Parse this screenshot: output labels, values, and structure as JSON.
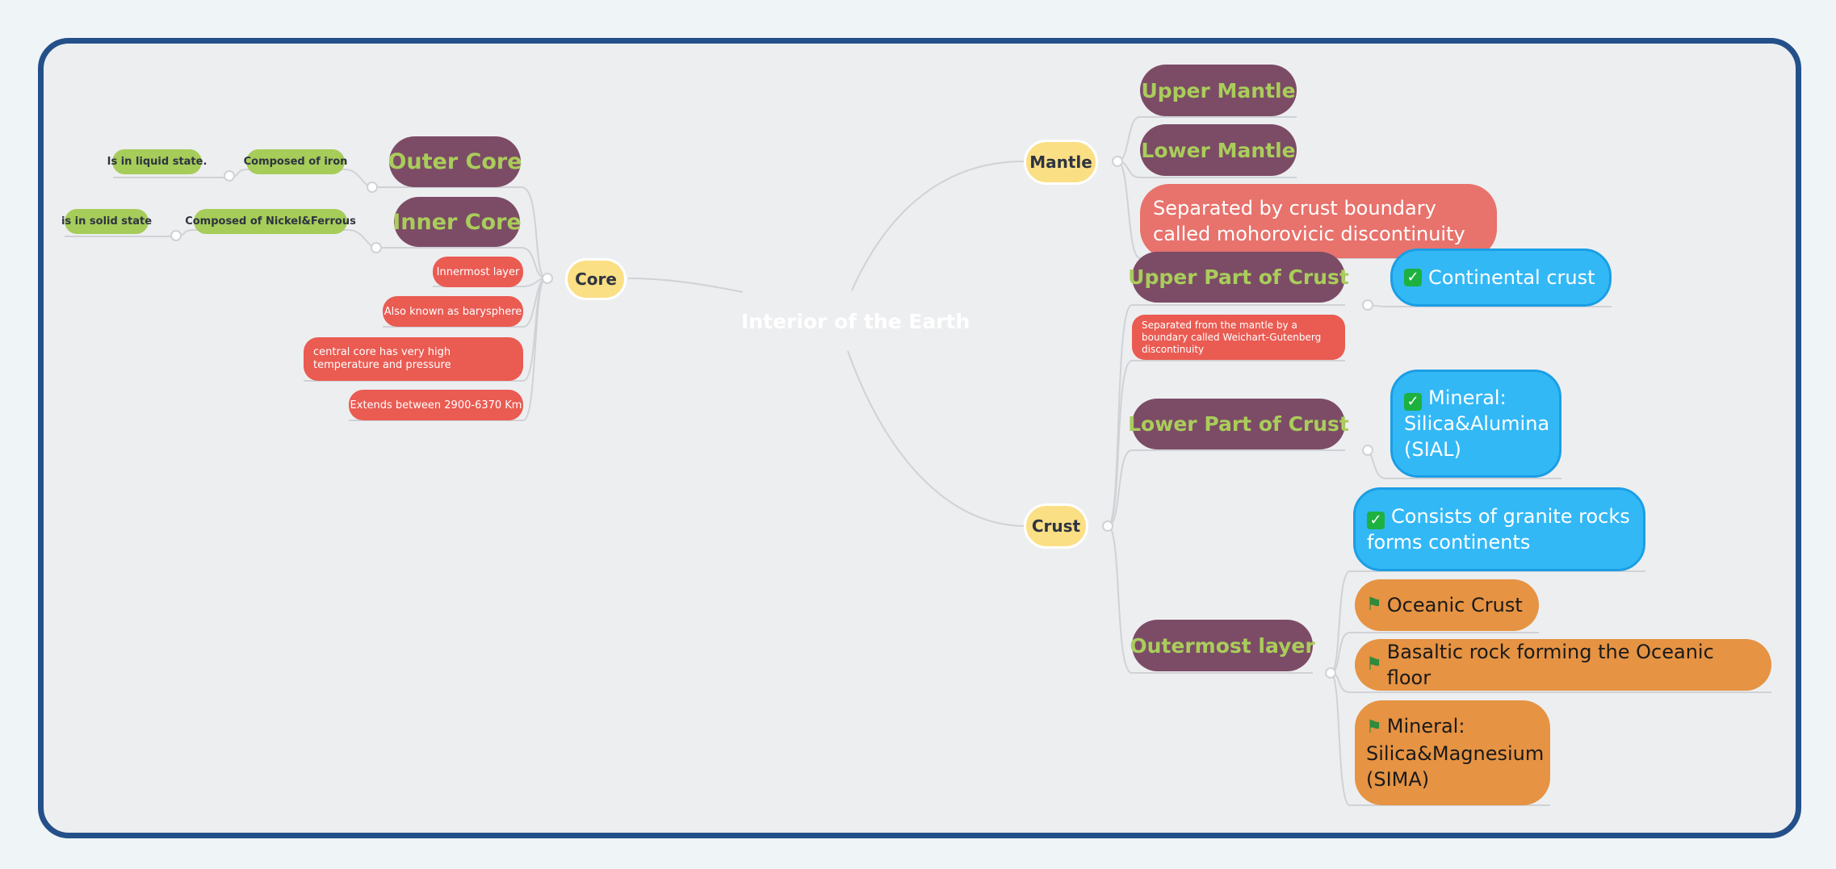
{
  "root": "Interior of the Earth",
  "core": {
    "label": "Core",
    "outer_core": "Outer Core",
    "outer_core_detail": "Composed of iron",
    "outer_core_state": "Is in liquid state.",
    "inner_core": "Inner Core",
    "inner_core_detail": "Composed of Nickel&Ferrous",
    "inner_core_state": "is in solid state",
    "notes": [
      "Innermost layer",
      "Also known as barysphere",
      "central core has very high temperature and pressure",
      "Extends between 2900-6370 Km"
    ]
  },
  "mantle": {
    "label": "Mantle",
    "upper": "Upper Mantle",
    "lower": "Lower Mantle",
    "boundary": "Separated by crust boundary called mohorovicic discontinuity"
  },
  "crust": {
    "label": "Crust",
    "upper_part": "Upper Part of Crust",
    "continental": "Continental crust",
    "boundary_note": "Separated from the mantle by a boundary called Weichart-Gutenberg discontinuity",
    "lower_part": "Lower Part of Crust",
    "sial": "Mineral: Silica&Alumina (SIAL)",
    "outermost": "Outermost layer",
    "granite": "Consists of granite rocks forms continents",
    "oceanic": "Oceanic Crust",
    "basaltic": "Basaltic rock forming the Oceanic floor",
    "sima": "Mineral: Silica&Magnesium (SIMA)"
  },
  "icons": {
    "check": "check-mark-icon",
    "flag": "flag-icon"
  },
  "colors": {
    "frame": "#24508a",
    "branch": "#fbdf85",
    "plum": "#7c4c66",
    "coral": "#ea5b52",
    "green": "#a6cc5a",
    "blue": "#33b8f6",
    "orange": "#e69343"
  }
}
